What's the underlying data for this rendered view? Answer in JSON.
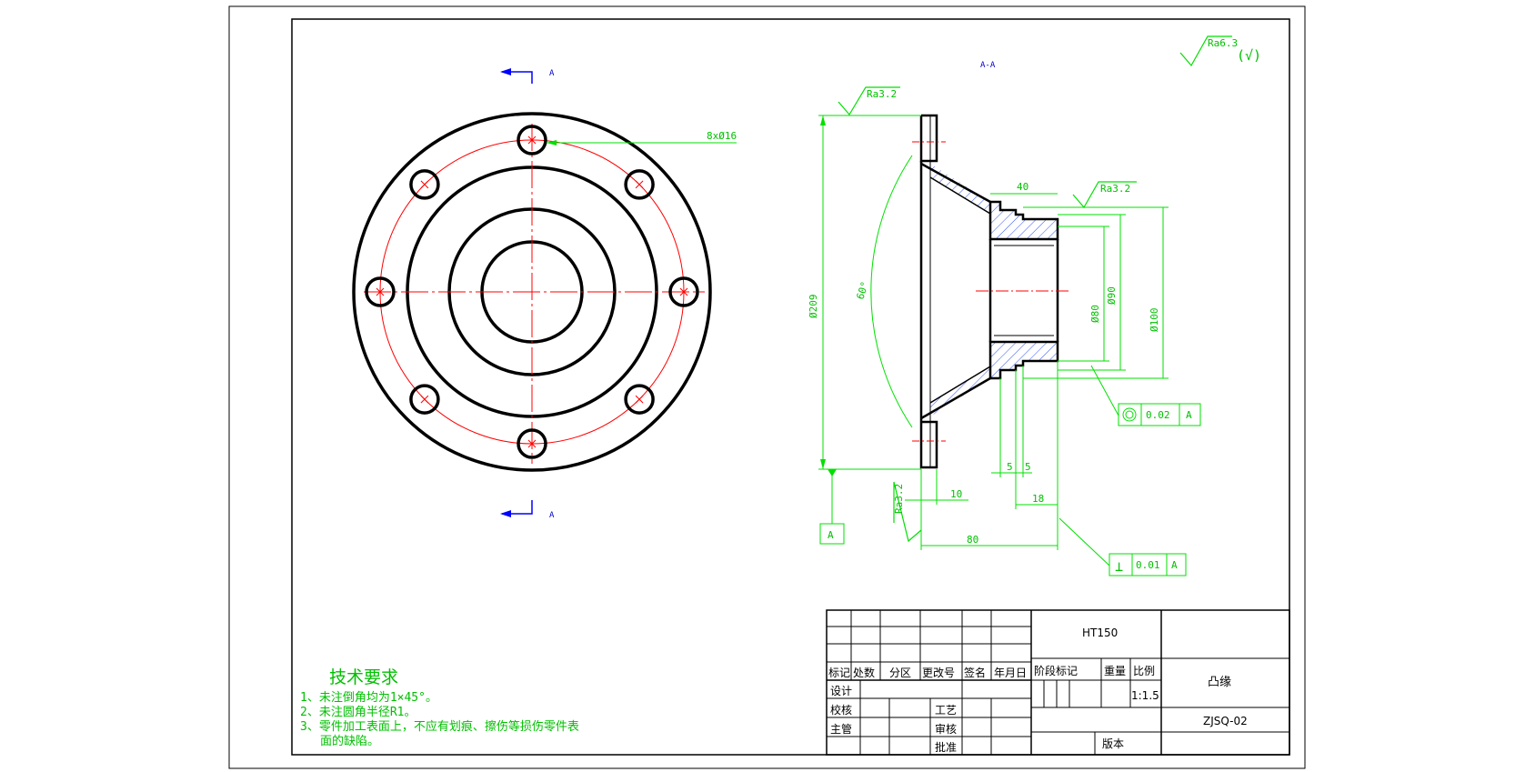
{
  "view_labels": {
    "section_top": "A",
    "section_bottom": "A",
    "section_title": "A-A"
  },
  "roughness": {
    "general": "Ra6.3",
    "general_suffix": "(√)",
    "top_flange": "Ra3.2",
    "right_face": "Ra3.2",
    "bottom_face": "Ra3.2"
  },
  "dimensions": {
    "holes": "8xØ16",
    "d209": "Ø209",
    "d80": "Ø80",
    "d90": "Ø90",
    "d100": "Ø100",
    "angle": "60°",
    "len40": "40",
    "len10": "10",
    "len80": "80",
    "len18": "18",
    "len5a": "5",
    "len5b": "5"
  },
  "tolerances": {
    "concentricity_value": "0.02",
    "concentricity_datum": "A",
    "perpendicularity_symbol": "⊥",
    "perpendicularity_value": "0.01",
    "perpendicularity_datum": "A",
    "datum_label": "A"
  },
  "tech_requirements": {
    "title": "技术要求",
    "items": [
      "1、未注倒角均为1×45°。",
      "2、未注圆角半径R1。",
      "3、零件加工表面上，不应有划痕、擦伤等损伤零件表",
      "面的缺陷。"
    ]
  },
  "title_block": {
    "material": "HT150",
    "part_name": "凸缘",
    "drawing_no": "ZJSQ-02",
    "scale": "1:1.5",
    "headers": [
      "标记",
      "处数",
      "分区",
      "更改号",
      "签名",
      "年月日"
    ],
    "stage": "阶段标记",
    "weight": "重量",
    "ratio": "比例",
    "design": "设计",
    "check": "校核",
    "manager": "主管",
    "process": "工艺",
    "review": "审核",
    "approve": "批准",
    "version": "版本"
  }
}
